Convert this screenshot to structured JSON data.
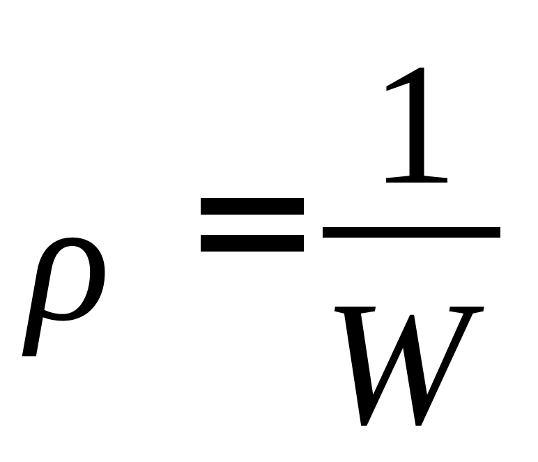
{
  "formula": {
    "lhs": "ρ",
    "relation": "=",
    "numerator": "1",
    "denominator": "W"
  }
}
